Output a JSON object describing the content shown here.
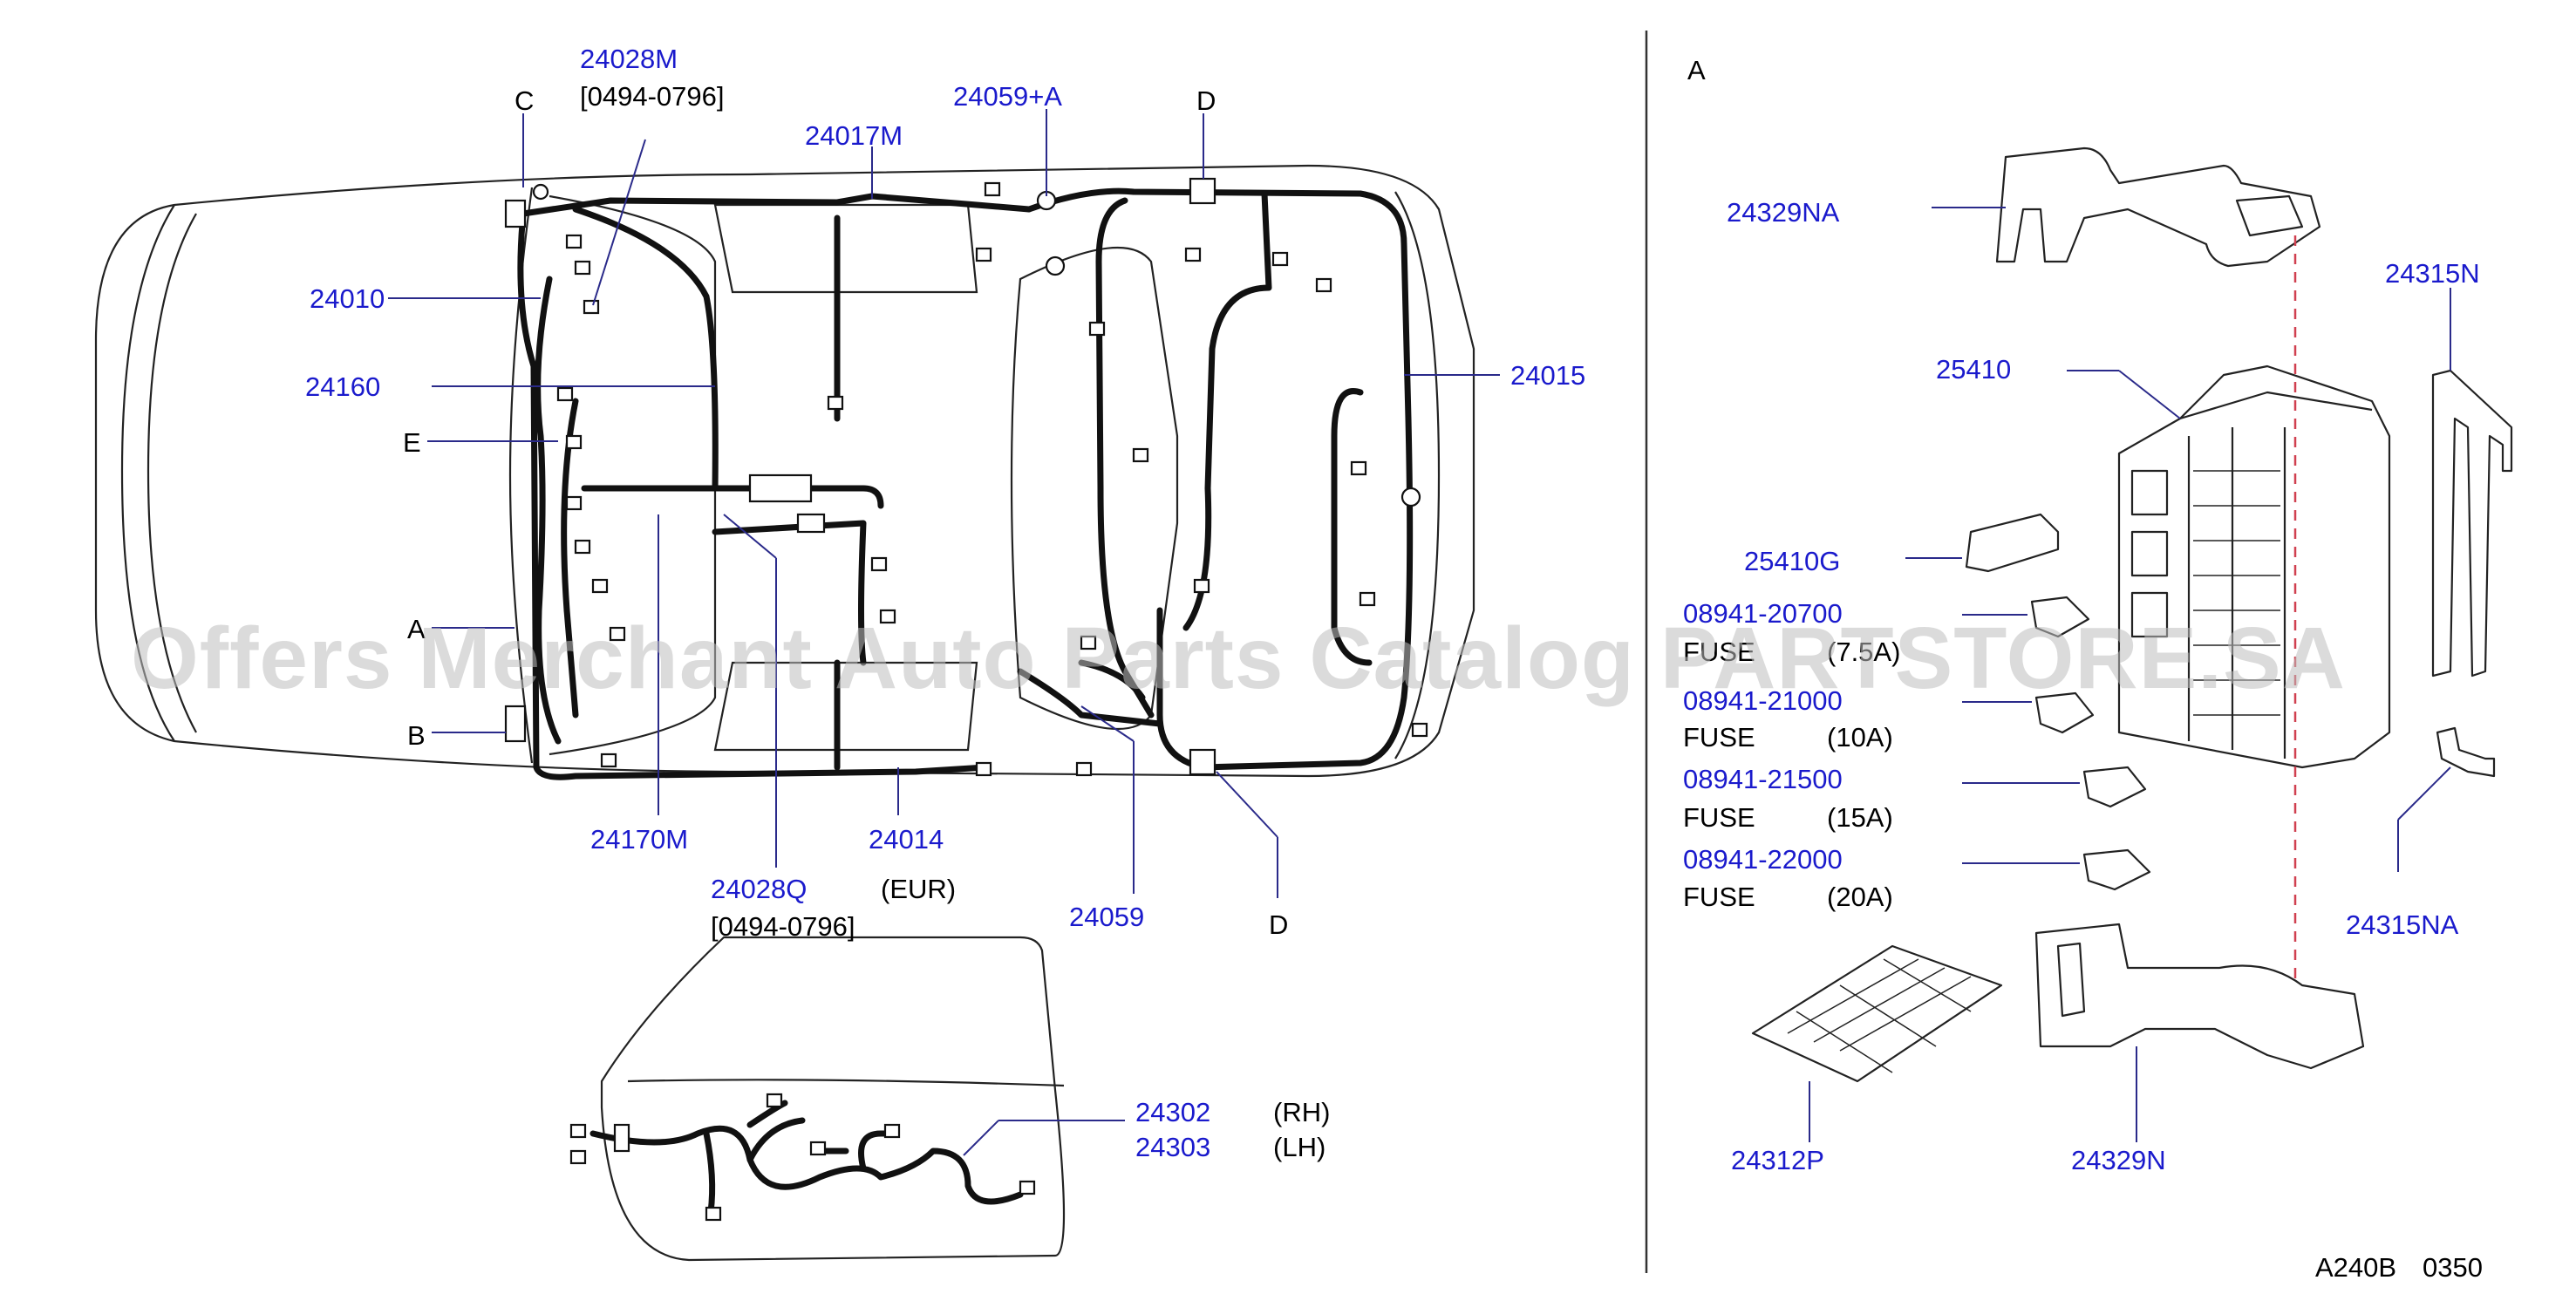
{
  "labels": {
    "p24028M": "24028M",
    "date1": "[0494-0796]",
    "p24059A": "24059+A",
    "p24017M": "24017M",
    "refC": "C",
    "refD_top": "D",
    "p24010": "24010",
    "p24160": "24160",
    "refE": "E",
    "p24015": "24015",
    "refA_car": "A",
    "refB": "B",
    "p24170M": "24170M",
    "p24014": "24014",
    "p24028Q": "24028Q",
    "eur": "(EUR)",
    "date2": "[0494-0796]",
    "p24059": "24059",
    "refD_bot": "D",
    "p24302": "24302",
    "rh": "(RH)",
    "p24303": "24303",
    "lh": "(LH)"
  },
  "detail": {
    "title": "A",
    "p24329NA": "24329NA",
    "p24315N": "24315N",
    "p25410": "25410",
    "p25410G": "25410G",
    "p08941_20700": "08941-20700",
    "fuse1": "FUSE",
    "fuse1_amp": "(7.5A)",
    "p08941_21000": "08941-21000",
    "fuse2": "FUSE",
    "fuse2_amp": "(10A)",
    "p08941_21500": "08941-21500",
    "fuse3": "FUSE",
    "fuse3_amp": "(15A)",
    "p08941_22000": "08941-22000",
    "fuse4": "FUSE",
    "fuse4_amp": "(20A)",
    "p24315NA": "24315NA",
    "p24312P": "24312P",
    "p24329N": "24329N"
  },
  "footer": {
    "code": "A240B",
    "num": "0350"
  },
  "watermark": "Offers Merchant Auto Parts Catalog PARTSTORE.SA",
  "colors": {
    "part_number": "#1a1acc",
    "text": "#000000",
    "leader_dash": "#d04050"
  }
}
